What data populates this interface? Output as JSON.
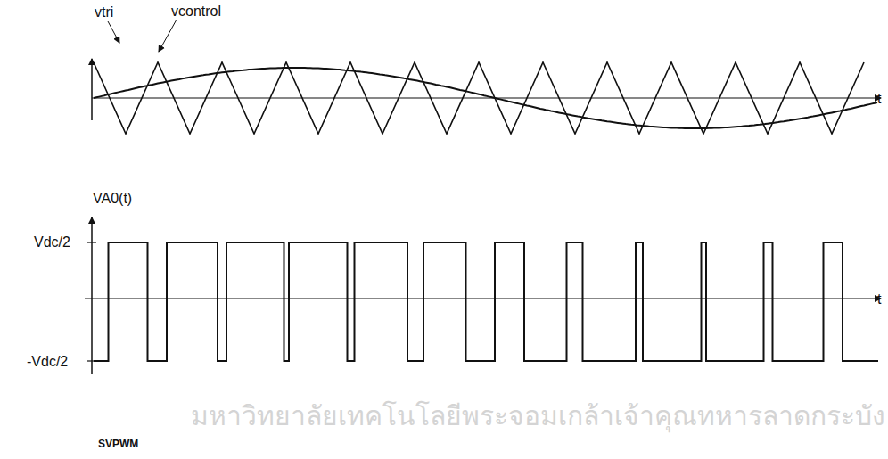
{
  "diagram": {
    "labels": [
      "vtri",
      "vcontrol",
      "VA0(t)",
      "Vdc/2",
      "-Vdc/2",
      "t",
      "t",
      "SVPWM",
      "มหาวิทยาลัยเทคโนโลยีพระจอมเกล้าเจ้าคุณทหารลาดกระบัง"
    ]
  }
}
